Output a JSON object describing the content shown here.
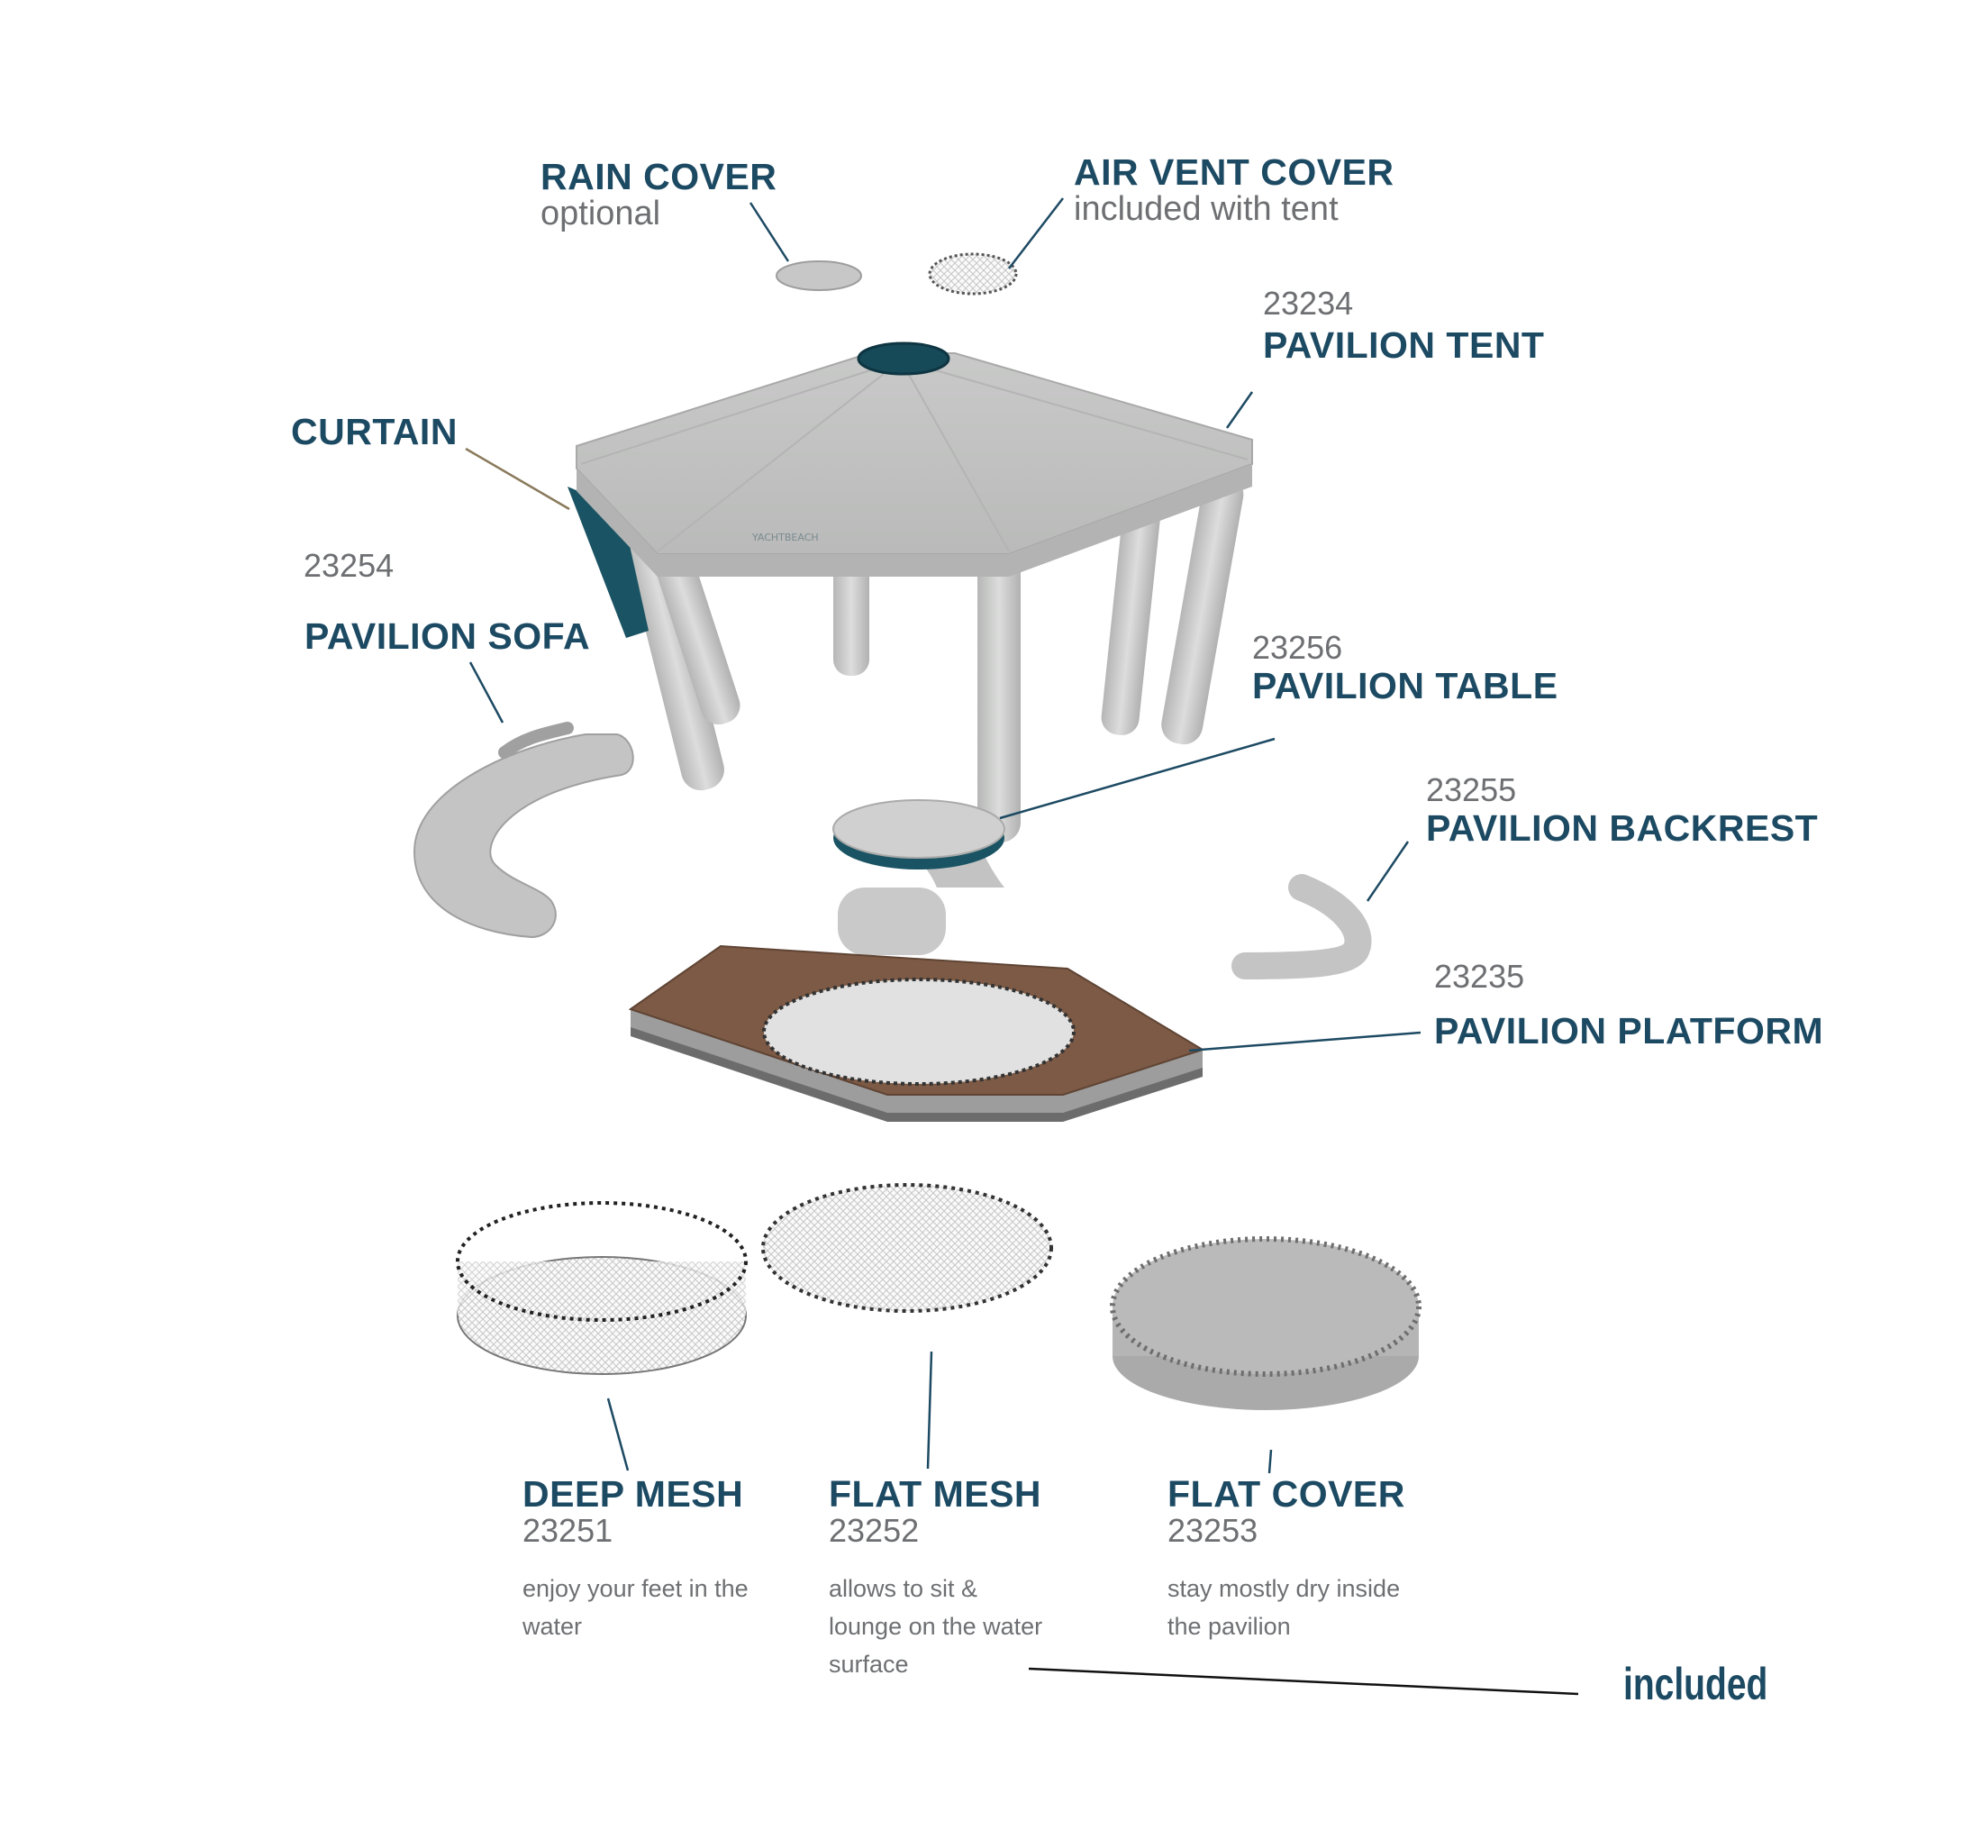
{
  "colors": {
    "label": "#1d4a63",
    "text": "#6d6f72",
    "teal": "#1a5363",
    "wood": "#7d5a45",
    "body": "#c9cac9"
  },
  "parts": {
    "rain_cover": {
      "title": "RAIN COVER",
      "note": "optional"
    },
    "air_vent": {
      "title": "AIR VENT COVER",
      "note": "included with tent"
    },
    "tent": {
      "code": "23234",
      "title": "PAVILION TENT"
    },
    "curtain": {
      "title": "CURTAIN"
    },
    "sofa": {
      "code": "23254",
      "title": "PAVILION SOFA"
    },
    "table": {
      "code": "23256",
      "title": "PAVILION TABLE"
    },
    "backrest": {
      "code": "23255",
      "title": "PAVILION BACKREST"
    },
    "platform": {
      "code": "23235",
      "title": "PAVILION PLATFORM"
    },
    "deep_mesh": {
      "title": "DEEP MESH",
      "code": "23251",
      "desc": "enjoy your feet in the water"
    },
    "flat_mesh": {
      "title": "FLAT MESH",
      "code": "23252",
      "desc": "allows to sit & lounge on the water surface"
    },
    "flat_cover": {
      "title": "FLAT COVER",
      "code": "23253",
      "desc": "stay mostly dry inside the pavilion"
    }
  },
  "footer": {
    "included": "included"
  }
}
